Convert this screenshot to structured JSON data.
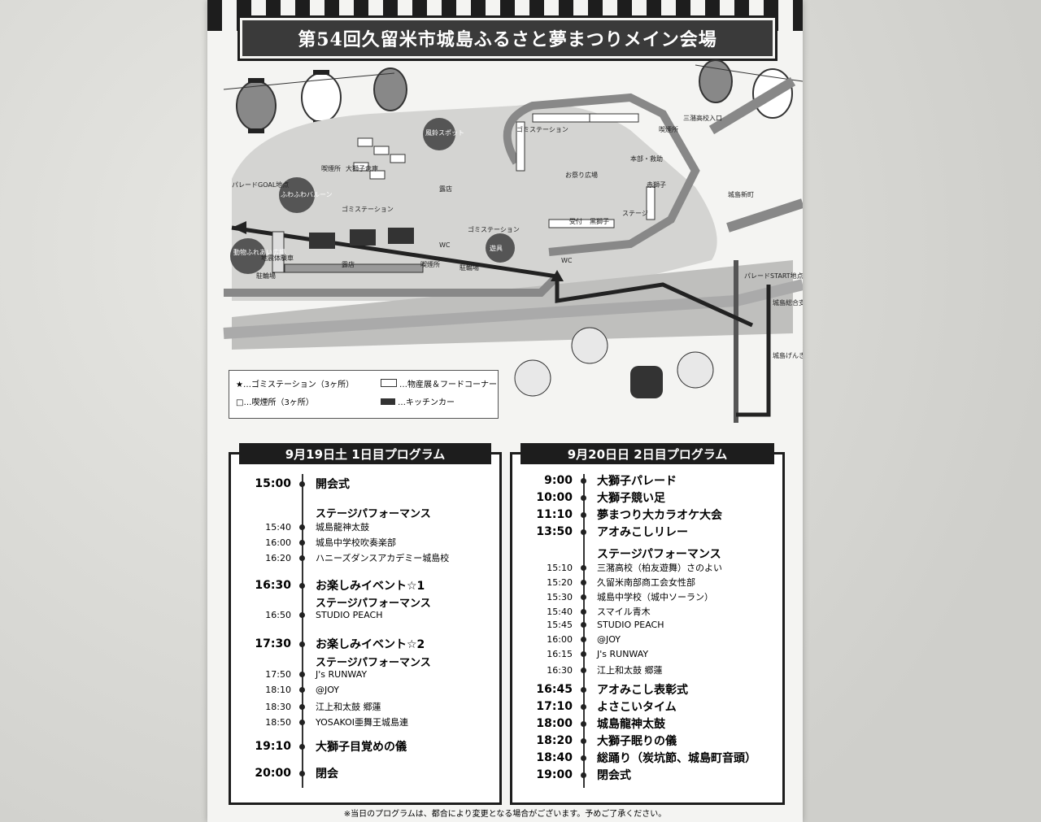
{
  "title": "第54回久留米市城島ふるさと夢まつりメイン会場",
  "map_labels": {
    "parade_goal": "パレードGOAL地点",
    "parade_start": "パレードSTART地点",
    "fuwafuwa": "ふわふわバルーン",
    "animals": "動物ふれあい広場",
    "jishin": "地震体験車",
    "bicycle1": "駐輪場",
    "bicycle2": "駐輪場",
    "roten1": "露店",
    "roten2": "露店",
    "kitsuen1": "喫煙所",
    "kitsuen2": "喫煙所",
    "kitsuen3": "喫煙所",
    "gomi1": "ゴミステーション",
    "gomi2": "ゴミステーション",
    "gomi3": "ゴミステーション",
    "oshishi_storage": "大獅子倉庫",
    "furin": "風鈴スポット",
    "omatsuri_hiroba": "お祭り広場",
    "honbu": "本部・救助",
    "aka_shishi": "赤獅子",
    "kuro_shishi": "黒獅子",
    "uketsuke": "受付",
    "stage": "ステージ",
    "wc1": "WC",
    "wc2": "WC",
    "yugu": "遊具",
    "mizuma_entrance": "三潴高校入口",
    "joshima_shinmachi": "城島新町",
    "joshima_shisho": "城島総合支所",
    "genkikan": "城島げんきかん"
  },
  "legend": {
    "gomi": "★…ゴミステーション（3ヶ所）",
    "kitsuen": "□…喫煙所（3ヶ所）",
    "bussan": "…物産展＆フードコーナー",
    "kitchen": "…キッチンカー"
  },
  "day1": {
    "header": "9月19日土 1日目プログラム",
    "items": [
      {
        "time": "15:00",
        "event": "開会式",
        "big": true
      },
      {
        "time": "",
        "event": "ステージパフォーマンス",
        "big": false,
        "sub": true
      },
      {
        "time": "15:40",
        "event": "城島龍神太鼓",
        "big": false
      },
      {
        "time": "16:00",
        "event": "城島中学校吹奏楽部",
        "big": false
      },
      {
        "time": "16:20",
        "event": "ハニーズダンスアカデミー城島校",
        "big": false
      },
      {
        "time": "16:30",
        "event": "お楽しみイベント☆1",
        "big": true
      },
      {
        "time": "",
        "event": "ステージパフォーマンス",
        "big": false,
        "sub": true
      },
      {
        "time": "16:50",
        "event": "STUDIO PEACH",
        "big": false
      },
      {
        "time": "17:30",
        "event": "お楽しみイベント☆2",
        "big": true
      },
      {
        "time": "",
        "event": "ステージパフォーマンス",
        "big": false,
        "sub": true
      },
      {
        "time": "17:50",
        "event": "J's RUNWAY",
        "big": false
      },
      {
        "time": "18:10",
        "event": "@JOY",
        "big": false
      },
      {
        "time": "18:30",
        "event": "江上和太鼓 郷蓮",
        "big": false
      },
      {
        "time": "18:50",
        "event": "YOSAKOI亜舞王城島連",
        "big": false
      },
      {
        "time": "19:10",
        "event": "大獅子目覚めの儀",
        "big": true
      },
      {
        "time": "20:00",
        "event": "閉会",
        "big": true
      }
    ]
  },
  "day2": {
    "header": "9月20日日 2日目プログラム",
    "items": [
      {
        "time": "9:00",
        "event": "大獅子パレード",
        "big": true
      },
      {
        "time": "10:00",
        "event": "大獅子競い足",
        "big": true
      },
      {
        "time": "11:10",
        "event": "夢まつり大カラオケ大会",
        "big": true
      },
      {
        "time": "13:50",
        "event": "アオみこしリレー",
        "big": true
      },
      {
        "time": "",
        "event": "ステージパフォーマンス",
        "big": true,
        "sub": true
      },
      {
        "time": "15:10",
        "event": "三潴高校（柏友遊舞）さのよい",
        "big": false
      },
      {
        "time": "15:20",
        "event": "久留米南部商工会女性部",
        "big": false
      },
      {
        "time": "15:30",
        "event": "城島中学校（城中ソーラン）",
        "big": false
      },
      {
        "time": "15:40",
        "event": "スマイル青木",
        "big": false
      },
      {
        "time": "15:45",
        "event": "STUDIO PEACH",
        "big": false
      },
      {
        "time": "16:00",
        "event": "@JOY",
        "big": false
      },
      {
        "time": "16:15",
        "event": "J's RUNWAY",
        "big": false
      },
      {
        "time": "16:30",
        "event": "江上和太鼓 郷蓮",
        "big": false
      },
      {
        "time": "16:45",
        "event": "アオみこし表彰式",
        "big": true
      },
      {
        "time": "17:10",
        "event": "よさこいタイム",
        "big": true
      },
      {
        "time": "18:00",
        "event": "城島龍神太鼓",
        "big": true
      },
      {
        "time": "18:20",
        "event": "大獅子眠りの儀",
        "big": true
      },
      {
        "time": "18:40",
        "event": "総踊り（炭坑節、城島町音頭）",
        "big": true
      },
      {
        "time": "19:00",
        "event": "閉会式",
        "big": true
      }
    ]
  },
  "note": "※当日のプログラムは、都合により変更となる場合がございます。予めご了承ください。"
}
